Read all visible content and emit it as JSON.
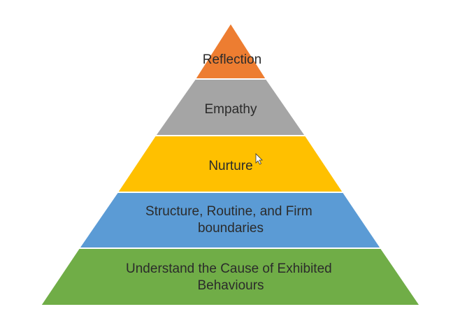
{
  "pyramid": {
    "tiers": [
      {
        "lines": [
          "Reflection"
        ],
        "color": "#ED7D31"
      },
      {
        "lines": [
          "Empathy"
        ],
        "color": "#A5A5A5"
      },
      {
        "lines": [
          "Nurture"
        ],
        "color": "#FFC000"
      },
      {
        "lines": [
          "Structure, Routine, and Firm",
          "boundaries"
        ],
        "color": "#5B9BD5"
      },
      {
        "lines": [
          "Understand the Cause of Exhibited",
          "Behaviours"
        ],
        "color": "#70AD47"
      }
    ]
  }
}
